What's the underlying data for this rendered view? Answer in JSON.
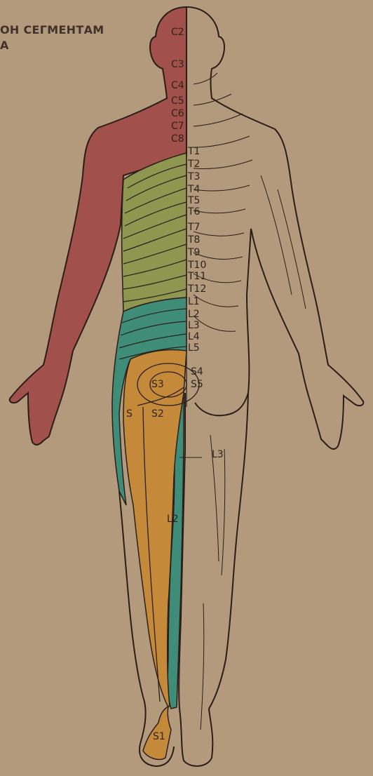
{
  "title": {
    "line1": "ОН СЕГМЕНТАМ",
    "line2": "А"
  },
  "colors": {
    "background": "#b39a7c",
    "cervical": "#a2504b",
    "thoracic": "#8f9650",
    "lumbar": "#3f8d78",
    "sacral": "#c48a3a",
    "outline": "#2a1e19"
  },
  "segment_labels": {
    "c2": "C2",
    "c3": "C3",
    "c4": "C4",
    "c5": "C5",
    "c6": "C6",
    "c7": "C7",
    "c8": "C8",
    "t1": "T1",
    "t2": "T2",
    "t3": "T3",
    "t4": "T4",
    "t5": "T5",
    "t6": "T6",
    "t7": "T7",
    "t8": "T8",
    "t9": "T9",
    "t10": "T10",
    "t11": "T11",
    "t12": "T12",
    "l1": "L1",
    "l2": "L2",
    "l3": "L3",
    "l4": "L4",
    "l5": "L5",
    "s4": "S4",
    "s3": "S3",
    "s5": "S5",
    "s_left": "S",
    "s2": "S2",
    "l3_leg": "L3",
    "l2_leg": "L2",
    "s1_foot": "S1"
  }
}
